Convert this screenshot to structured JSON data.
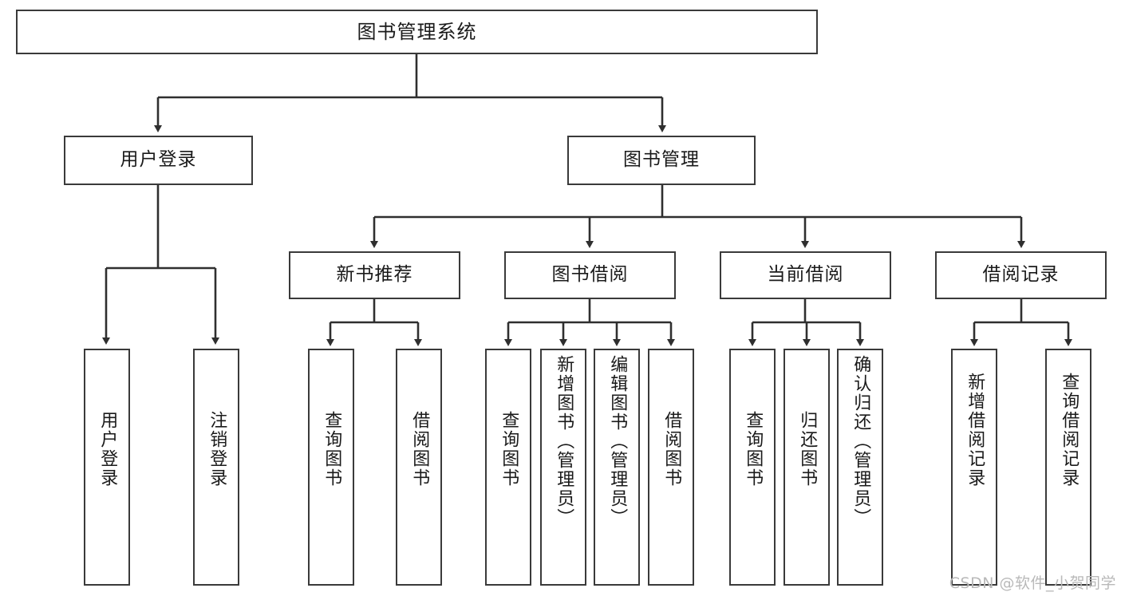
{
  "diagram": {
    "title": "图书管理系统",
    "type": "tree-hierarchy",
    "watermark": "CSDN @软件_小贺同学",
    "colors": {
      "stroke": "#3a3a3a",
      "fill": "#ffffff",
      "text": "#1a1a1a",
      "watermark": "#b9b9b9"
    },
    "levels": {
      "root": {
        "label": "图书管理系统"
      },
      "level2": [
        {
          "id": "user-login",
          "label": "用户登录"
        },
        {
          "id": "book-manage",
          "label": "图书管理"
        }
      ],
      "level3": [
        {
          "id": "new-book-recommend",
          "label": "新书推荐"
        },
        {
          "id": "book-borrow",
          "label": "图书借阅"
        },
        {
          "id": "current-borrow",
          "label": "当前借阅"
        },
        {
          "id": "borrow-record",
          "label": "借阅记录"
        }
      ],
      "leaves": [
        {
          "id": "leaf-user-login",
          "label": "用户登录",
          "parent": "user-login"
        },
        {
          "id": "leaf-logout",
          "label": "注销登录",
          "parent": "user-login"
        },
        {
          "id": "leaf-query-book-1",
          "label": "查询图书",
          "parent": "new-book-recommend"
        },
        {
          "id": "leaf-borrow-book-1",
          "label": "借阅图书",
          "parent": "new-book-recommend"
        },
        {
          "id": "leaf-query-book-2",
          "label": "查询图书",
          "parent": "book-borrow"
        },
        {
          "id": "leaf-add-book",
          "label": "新增图书（管理员）",
          "parent": "book-borrow"
        },
        {
          "id": "leaf-edit-book",
          "label": "编辑图书（管理员）",
          "parent": "book-borrow"
        },
        {
          "id": "leaf-borrow-book-2",
          "label": "借阅图书",
          "parent": "book-borrow"
        },
        {
          "id": "leaf-query-book-3",
          "label": "查询图书",
          "parent": "current-borrow"
        },
        {
          "id": "leaf-return-book",
          "label": "归还图书",
          "parent": "current-borrow"
        },
        {
          "id": "leaf-confirm-return",
          "label": "确认归还（管理员）",
          "parent": "current-borrow"
        },
        {
          "id": "leaf-add-record",
          "label": "新增借阅记录",
          "parent": "borrow-record"
        },
        {
          "id": "leaf-query-record",
          "label": "查询借阅记录",
          "parent": "borrow-record"
        }
      ]
    }
  }
}
